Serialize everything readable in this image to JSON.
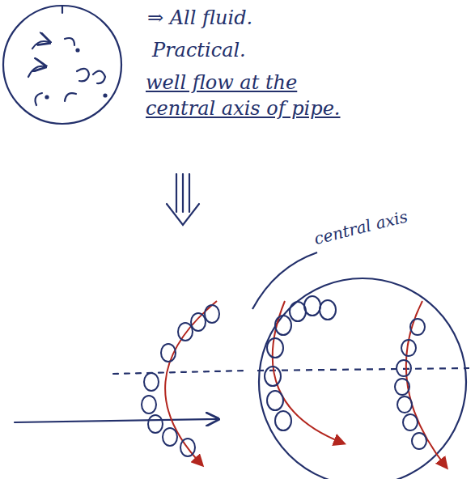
{
  "diagram": {
    "labels": [
      "⇒ All fluid.",
      "Practical.",
      "well flow at the central axis of pipe.",
      "central axis"
    ]
  }
}
